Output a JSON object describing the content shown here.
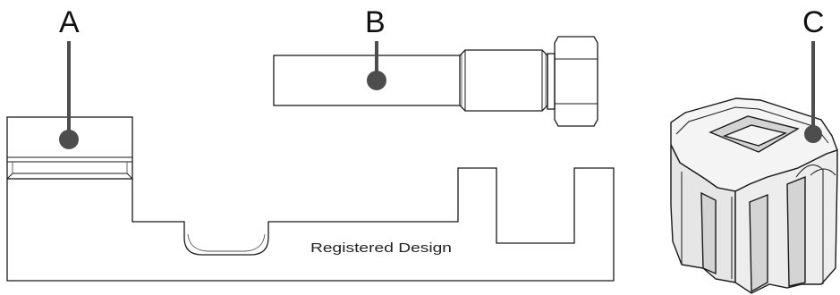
{
  "callouts": [
    {
      "id": "A",
      "label": "A"
    },
    {
      "id": "B",
      "label": "B"
    },
    {
      "id": "C",
      "label": "C"
    }
  ],
  "engraving_text": "Registered Design",
  "colors": {
    "outline": "#1a1a1a",
    "leader": "#4d4d4d",
    "background": "#ffffff"
  }
}
